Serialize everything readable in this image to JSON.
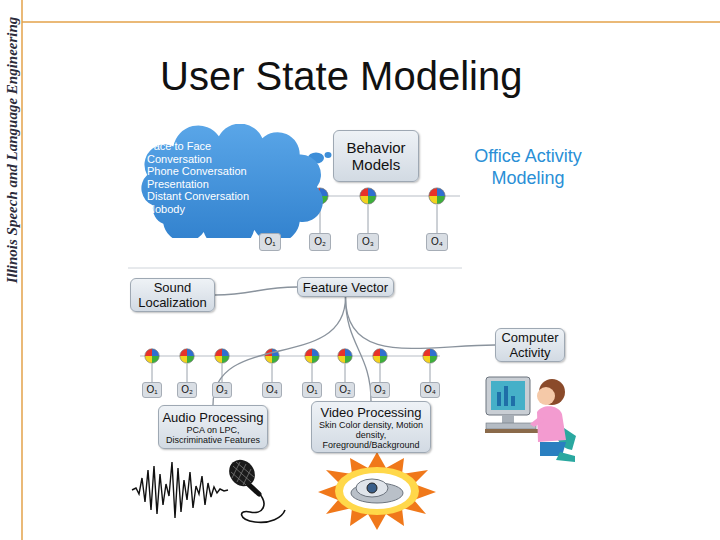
{
  "diagram": {
    "title": "User State Modeling",
    "nodes": [
      {
        "text": [
          "Face to Face Conversation",
          "Phone Conversation",
          "Presentation",
          "Distant Conversation",
          "Nobody"
        ]
      },
      {
        "text": [
          "Behavior Models"
        ]
      },
      {
        "text": [
          "O₁"
        ]
      },
      {
        "text": [
          "O₂"
        ]
      },
      {
        "text": [
          "O₃"
        ]
      },
      {
        "text": [
          "O₄"
        ]
      },
      {
        "text": [
          "Sound Localization"
        ]
      },
      {
        "text": [
          "Feature Vector"
        ]
      },
      {
        "text": [
          "Computer Activity"
        ]
      },
      {
        "text": [
          "O₁"
        ]
      },
      {
        "text": [
          "O₂"
        ]
      },
      {
        "text": [
          "O₃"
        ]
      },
      {
        "text": [
          "O₄"
        ]
      },
      {
        "text": [
          "O₁"
        ]
      },
      {
        "text": [
          "O₂"
        ]
      },
      {
        "text": [
          "O₃"
        ]
      },
      {
        "text": [
          "O₄"
        ]
      },
      {
        "text": [
          "Audio Processing",
          "PCA on LPC, Discriminative Features"
        ]
      },
      {
        "text": [
          "Video Processing",
          "Skin Color density, Motion density, Foreground/Background"
        ]
      }
    ],
    "edges": [
      {
        "from": 6,
        "to": 7,
        "arrow": "none"
      },
      {
        "from": 7,
        "to": 17,
        "arrow": "none"
      },
      {
        "from": 7,
        "to": 18,
        "arrow": "none"
      },
      {
        "from": 7,
        "to": 8,
        "arrow": "none"
      }
    ],
    "labels": [
      "Illinois Speech and Language Engineering",
      "Office Activity Modeling"
    ]
  }
}
